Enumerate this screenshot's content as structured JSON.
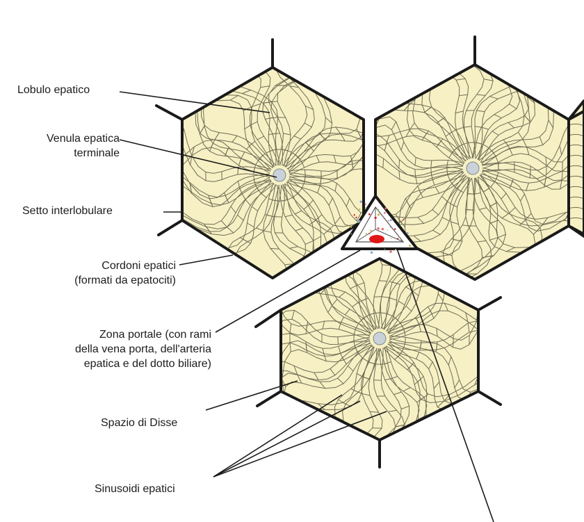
{
  "labels": {
    "lobulo": "Lobulo epatico",
    "venula": [
      "Venula epatica",
      "terminale"
    ],
    "setto": "Setto interlobulare",
    "cordoni": [
      "Cordoni epatici",
      "(formati da epatociti)"
    ],
    "zona": [
      "Zona portale (con rami",
      "della vena porta, dell'arteria",
      "epatica e del dotto biliare)"
    ],
    "disse": "Spazio di Disse",
    "sinusoidi": "Sinusoidi epatici"
  },
  "colors": {
    "lobule_fill": "#f6f0c4",
    "outline": "#1a1a1a",
    "cell_stroke": "#6f6c55",
    "central_vein": "#c9d2d8",
    "portal_red": "#e01818"
  }
}
